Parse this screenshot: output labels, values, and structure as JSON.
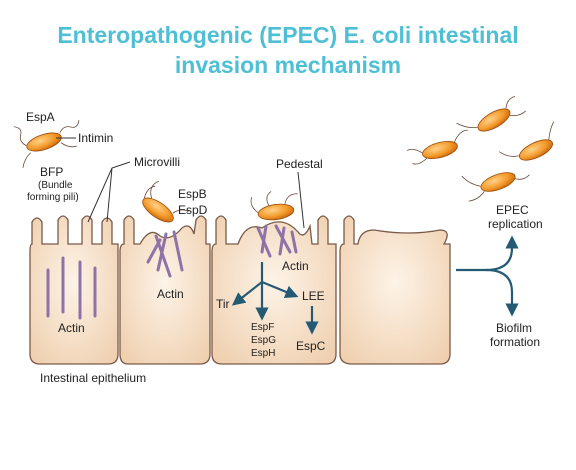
{
  "title": {
    "line1": "Enteropathogenic (EPEC) E. coli intestinal",
    "line2": "invasion mechanism"
  },
  "labels": {
    "espa": "EspA",
    "intimin": "Intimin",
    "bfp": "BFP",
    "bfp_desc_1": "(Bundle",
    "bfp_desc_2": "forming pili)",
    "microvilli": "Microvilli",
    "pedestal": "Pedestal",
    "espb": "EspB",
    "espd": "EspD",
    "actin_cell1": "Actin",
    "actin_cell2": "Actin",
    "actin_cell3": "Actin",
    "tir": "Tir",
    "lee": "LEE",
    "espf": "EspF",
    "espg": "EspG",
    "esph": "EspH",
    "espc": "EspC",
    "epec_replication_1": "EPEC",
    "epec_replication_2": "replication",
    "biofilm_1": "Biofilm",
    "biofilm_2": "formation",
    "intestinal_epithelium": "Intestinal epithelium"
  },
  "colors": {
    "title": "#4fbfd6",
    "cell_fill": "#f7e2c9",
    "cell_stroke": "#7a5a48",
    "actin": "#8e72a8",
    "bacterium": "#f08a1e",
    "arrow": "#245a74",
    "text": "#222222"
  }
}
